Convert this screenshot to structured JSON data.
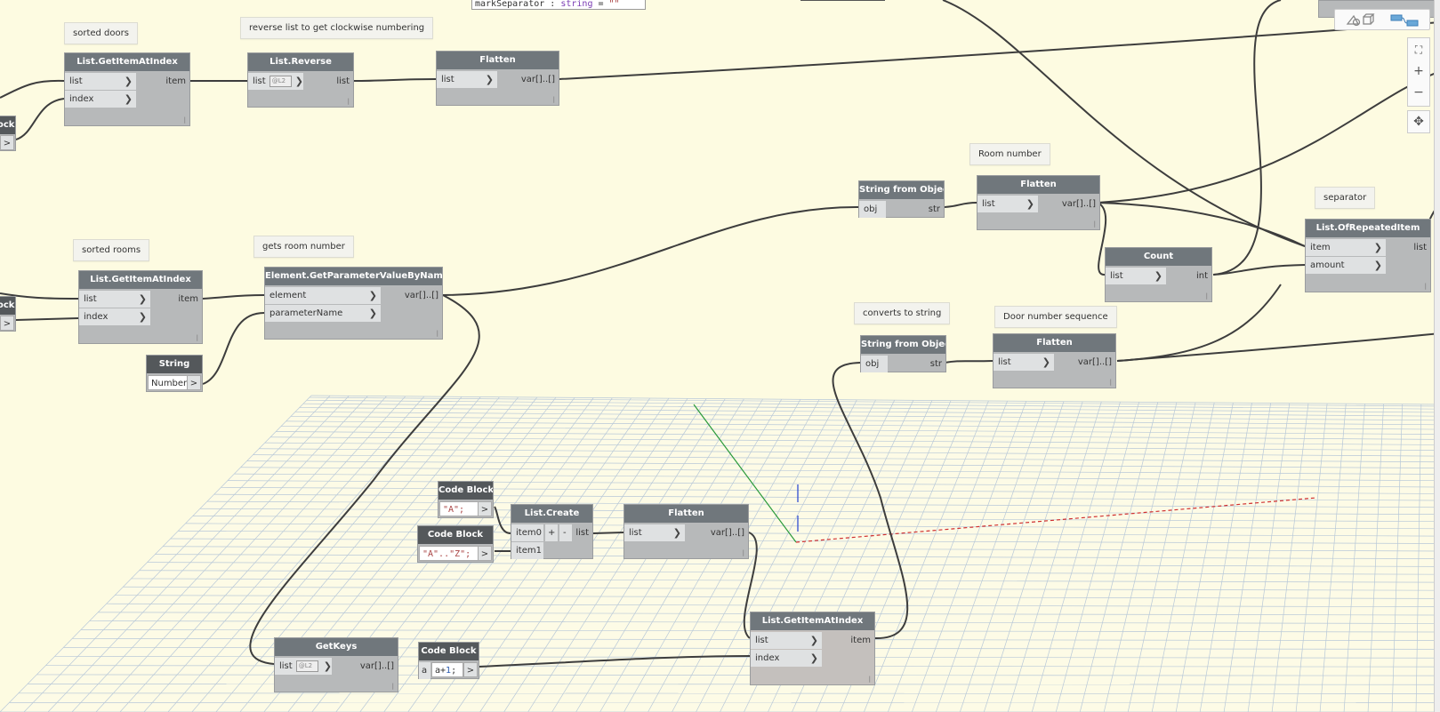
{
  "canvas": {
    "background": "#fdfbe1",
    "wire_color": "#3d3d3d"
  },
  "top_code": {
    "name": "markSeparator",
    "sep": " : ",
    "type": "string",
    "eq": " = ",
    "val": "\"\""
  },
  "notes": {
    "sorted_doors": "sorted doors",
    "reverse": "reverse list to get clockwise numbering",
    "sorted_rooms": "sorted rooms",
    "gets_room_number": "gets room number",
    "room_number": "Room number",
    "separator": "separator",
    "converts_to_string": "converts to string",
    "door_number_sequence": "Door number sequence"
  },
  "nodes": {
    "gia_top": {
      "title": "List.GetItemAtIndex",
      "in": [
        "list",
        "index"
      ],
      "out": "item"
    },
    "reverse": {
      "title": "List.Reverse",
      "in": [
        "list"
      ],
      "level": "@L2",
      "out": "list"
    },
    "flatten_top": {
      "title": "Flatten",
      "in": [
        "list"
      ],
      "out": "var[]..[]"
    },
    "block_top": {
      "title": "ock",
      "out": ">"
    },
    "block_mid": {
      "title": "ock",
      "out": ">"
    },
    "gia_rooms": {
      "title": "List.GetItemAtIndex",
      "in": [
        "list",
        "index"
      ],
      "out": "item"
    },
    "element_param": {
      "title": "Element.GetParameterValueByName",
      "in": [
        "element",
        "parameterName"
      ],
      "out": "var[]..[]"
    },
    "string_node": {
      "title": "String",
      "value": "Number",
      "out": ">"
    },
    "sfo_top": {
      "title": "String from Object",
      "in": [
        "obj"
      ],
      "out": "str"
    },
    "flatten_room": {
      "title": "Flatten",
      "in": [
        "list"
      ],
      "out": "var[]..[]"
    },
    "count": {
      "title": "Count",
      "in": [
        "list"
      ],
      "out": "int"
    },
    "repeated": {
      "title": "List.OfRepeatedItem",
      "in": [
        "item",
        "amount"
      ],
      "out": "list"
    },
    "sfo_bottom": {
      "title": "String from Object",
      "in": [
        "obj"
      ],
      "out": "str"
    },
    "flatten_door": {
      "title": "Flatten",
      "in": [
        "list"
      ],
      "out": "var[]..[]"
    },
    "cb_a": {
      "title": "Code Block",
      "code": "\"A\";",
      "out": ">"
    },
    "cb_az": {
      "title": "Code Block",
      "code": "\"A\"..\"Z\";",
      "out": ">"
    },
    "list_create": {
      "title": "List.Create",
      "in": [
        "item0",
        "item1"
      ],
      "plus": "+",
      "minus": "-",
      "out": "list"
    },
    "flatten_letters": {
      "title": "Flatten",
      "in": [
        "list"
      ],
      "out": "var[]..[]"
    },
    "gia_bottom": {
      "title": "List.GetItemAtIndex",
      "in": [
        "list",
        "index"
      ],
      "out": "item"
    },
    "getkeys": {
      "title": "GetKeys",
      "in": [
        "list"
      ],
      "level": "@L2",
      "out": "var[]..[]"
    },
    "cb_a1": {
      "title": "Code Block",
      "in": [
        "a"
      ],
      "code_pre": "a+",
      "code_num": "1",
      "code_post": ";",
      "out": ">"
    }
  },
  "lacing_mark": "|",
  "toolbar": {
    "zoom_in": "+",
    "zoom_out": "−",
    "fit": "⛶",
    "pan": "✥"
  }
}
